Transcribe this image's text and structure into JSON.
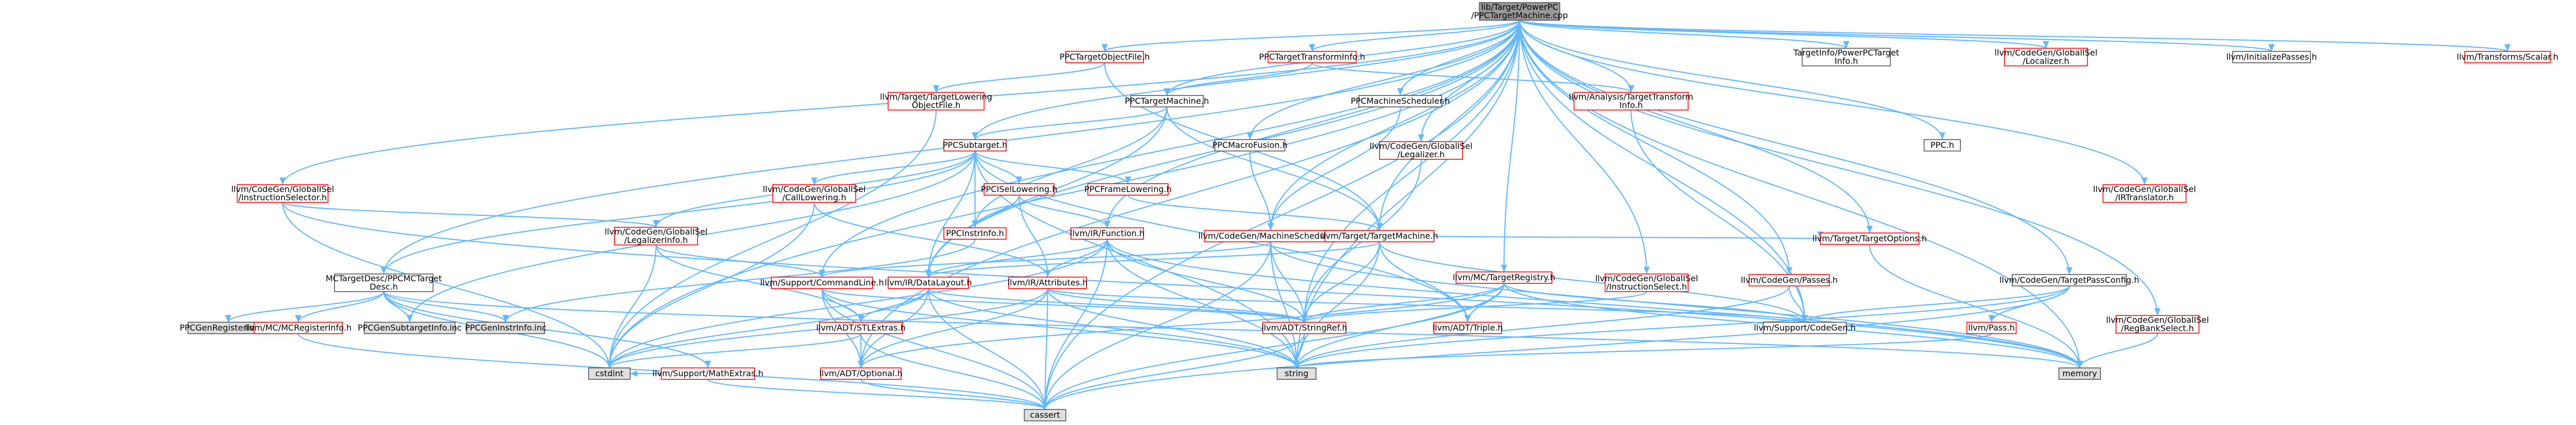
{
  "colors": {
    "edge": "#63b8ff",
    "node_fill": "#ffffff",
    "node_stroke": "#555555",
    "node_text": "#000000",
    "red_text": "#ff0000",
    "root_fill": "#999999",
    "gray_fill": "#e0e0e0"
  },
  "nodes": [
    {
      "id": "root",
      "lines": [
        "lib/Target/PowerPC",
        "/PPCTargetMachine.cpp"
      ],
      "style": "root"
    },
    {
      "id": "ppc_tof",
      "lines": [
        "PPCTargetObjectFile.h"
      ],
      "style": "red"
    },
    {
      "id": "ppc_tti",
      "lines": [
        "PPCTargetTransformInfo.h"
      ],
      "style": "red"
    },
    {
      "id": "ti_ppc",
      "lines": [
        "TargetInfo/PowerPCTarget",
        "Info.h"
      ],
      "style": "normal"
    },
    {
      "id": "gisel_loc",
      "lines": [
        "llvm/CodeGen/GlobalISel",
        "/Localizer.h"
      ],
      "style": "red"
    },
    {
      "id": "init_passes",
      "lines": [
        "llvm/InitializePasses.h"
      ],
      "style": "normal"
    },
    {
      "id": "transforms_scalar",
      "lines": [
        "llvm/Transforms/Scalar.h"
      ],
      "style": "red"
    },
    {
      "id": "tlof",
      "lines": [
        "llvm/Target/TargetLowering",
        "ObjectFile.h"
      ],
      "style": "red"
    },
    {
      "id": "ppc_tm",
      "lines": [
        "PPCTargetMachine.h"
      ],
      "style": "normal"
    },
    {
      "id": "ppc_ms",
      "lines": [
        "PPCMachineScheduler.h"
      ],
      "style": "normal"
    },
    {
      "id": "analysis_tti",
      "lines": [
        "llvm/Analysis/TargetTransform",
        "Info.h"
      ],
      "style": "red"
    },
    {
      "id": "ppc_subtarget",
      "lines": [
        "PPCSubtarget.h"
      ],
      "style": "red"
    },
    {
      "id": "ppc_macro",
      "lines": [
        "PPCMacroFusion.h"
      ],
      "style": "normal"
    },
    {
      "id": "gisel_legalizer",
      "lines": [
        "llvm/CodeGen/GlobalISel",
        "/Legalizer.h"
      ],
      "style": "red"
    },
    {
      "id": "ppc_h",
      "lines": [
        "PPC.h"
      ],
      "style": "normal"
    },
    {
      "id": "gisel_irtrans",
      "lines": [
        "llvm/CodeGen/GlobalISel",
        "/IRTranslator.h"
      ],
      "style": "red"
    },
    {
      "id": "gisel_instsel",
      "lines": [
        "llvm/CodeGen/GlobalISel",
        "/InstructionSelector.h"
      ],
      "style": "red"
    },
    {
      "id": "gisel_calllow",
      "lines": [
        "llvm/CodeGen/GlobalISel",
        "/CallLowering.h"
      ],
      "style": "red"
    },
    {
      "id": "ppc_isel_low",
      "lines": [
        "PPCISelLowering.h"
      ],
      "style": "red"
    },
    {
      "id": "ppc_frame_low",
      "lines": [
        "PPCFrameLowering.h"
      ],
      "style": "red"
    },
    {
      "id": "gisel_legal_info",
      "lines": [
        "llvm/CodeGen/GlobalISel",
        "/LegalizerInfo.h"
      ],
      "style": "red"
    },
    {
      "id": "ppc_instr_info",
      "lines": [
        "PPCInstrInfo.h"
      ],
      "style": "red"
    },
    {
      "id": "ir_function",
      "lines": [
        "llvm/IR/Function.h"
      ],
      "style": "red"
    },
    {
      "id": "cg_mach_sched",
      "lines": [
        "llvm/CodeGen/MachineScheduler.h"
      ],
      "style": "red"
    },
    {
      "id": "target_machine",
      "lines": [
        "llvm/Target/TargetMachine.h"
      ],
      "style": "red"
    },
    {
      "id": "mc_target_registry",
      "lines": [
        "llvm/MC/TargetRegistry.h"
      ],
      "style": "red"
    },
    {
      "id": "gisel_instsel2",
      "lines": [
        "llvm/CodeGen/GlobalISel",
        "/InstructionSelect.h"
      ],
      "style": "red"
    },
    {
      "id": "cg_passes",
      "lines": [
        "llvm/CodeGen/Passes.h"
      ],
      "style": "red"
    },
    {
      "id": "target_options",
      "lines": [
        "llvm/Target/TargetOptions.h"
      ],
      "style": "red"
    },
    {
      "id": "cg_target_pass_config",
      "lines": [
        "llvm/CodeGen/TargetPassConfig.h"
      ],
      "style": "normal"
    },
    {
      "id": "gisel_regbank",
      "lines": [
        "llvm/CodeGen/GlobalISel",
        "/RegBankSelect.h"
      ],
      "style": "red"
    },
    {
      "id": "mc_ppcmc",
      "lines": [
        "MCTargetDesc/PPCMCTarget",
        "Desc.h"
      ],
      "style": "normal"
    },
    {
      "id": "support_cmdline",
      "lines": [
        "llvm/Support/CommandLine.h"
      ],
      "style": "red"
    },
    {
      "id": "ir_datalayout",
      "lines": [
        "llvm/IR/DataLayout.h"
      ],
      "style": "red"
    },
    {
      "id": "ir_attributes",
      "lines": [
        "llvm/IR/Attributes.h"
      ],
      "style": "red"
    },
    {
      "id": "ppc_gen_reg",
      "lines": [
        "PPCGenRegisterInfo.inc"
      ],
      "style": "gray"
    },
    {
      "id": "mc_reginfo",
      "lines": [
        "llvm/MC/MCRegisterInfo.h"
      ],
      "style": "red"
    },
    {
      "id": "ppc_gen_subtarget",
      "lines": [
        "PPCGenSubtargetInfo.inc"
      ],
      "style": "gray"
    },
    {
      "id": "ppc_gen_instr",
      "lines": [
        "PPCGenInstrInfo.inc"
      ],
      "style": "gray"
    },
    {
      "id": "support_mathextras",
      "lines": [
        "llvm/Support/MathExtras.h"
      ],
      "style": "red"
    },
    {
      "id": "adt_stlextras",
      "lines": [
        "llvm/ADT/STLExtras.h"
      ],
      "style": "red"
    },
    {
      "id": "adt_stringref",
      "lines": [
        "llvm/ADT/StringRef.h"
      ],
      "style": "red"
    },
    {
      "id": "adt_triple",
      "lines": [
        "llvm/ADT/Triple.h"
      ],
      "style": "red"
    },
    {
      "id": "support_codegen",
      "lines": [
        "llvm/Support/CodeGen.h"
      ],
      "style": "normal"
    },
    {
      "id": "pass_h",
      "lines": [
        "llvm/Pass.h"
      ],
      "style": "red"
    },
    {
      "id": "cstdint",
      "lines": [
        "cstdint"
      ],
      "style": "gray"
    },
    {
      "id": "adt_optional",
      "lines": [
        "llvm/ADT/Optional.h"
      ],
      "style": "red"
    },
    {
      "id": "string",
      "lines": [
        "string"
      ],
      "style": "gray"
    },
    {
      "id": "memory",
      "lines": [
        "memory"
      ],
      "style": "gray"
    },
    {
      "id": "cassert",
      "lines": [
        "cassert"
      ],
      "style": "gray"
    }
  ]
}
